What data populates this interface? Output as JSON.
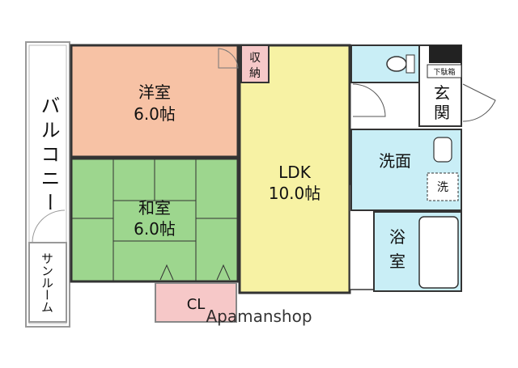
{
  "floorplan": {
    "rooms": {
      "western_room": {
        "name": "洋室",
        "size": "6.0帖",
        "color": "#f7c2a5"
      },
      "japanese_room": {
        "name": "和室",
        "size": "6.0帖",
        "color": "#9dd68e"
      },
      "ldk": {
        "name": "LDK",
        "size": "10.0帖",
        "color": "#f7f2a4"
      },
      "storage": {
        "name": "収納",
        "color": "#f6c8c8"
      },
      "closet": {
        "name": "CL",
        "color": "#f6c8c8"
      },
      "washroom": {
        "name": "洗面",
        "color": "#c9eef6"
      },
      "bathroom": {
        "name": "浴室",
        "color": "#c9eef6"
      },
      "toilet": {
        "color": "#c9eef6"
      },
      "entrance": {
        "name": "玄関",
        "color": "#ffffff"
      },
      "shoe_box": {
        "name": "下駄箱"
      },
      "washer": {
        "name": "洗"
      },
      "balcony": {
        "name": "バルコニー"
      },
      "sunroom": {
        "name": "サンルーム"
      }
    },
    "watermark": "Apamanshop",
    "colors": {
      "wall": "#7a7a7a",
      "wall_dark": "#333333",
      "outline": "#888888"
    }
  }
}
